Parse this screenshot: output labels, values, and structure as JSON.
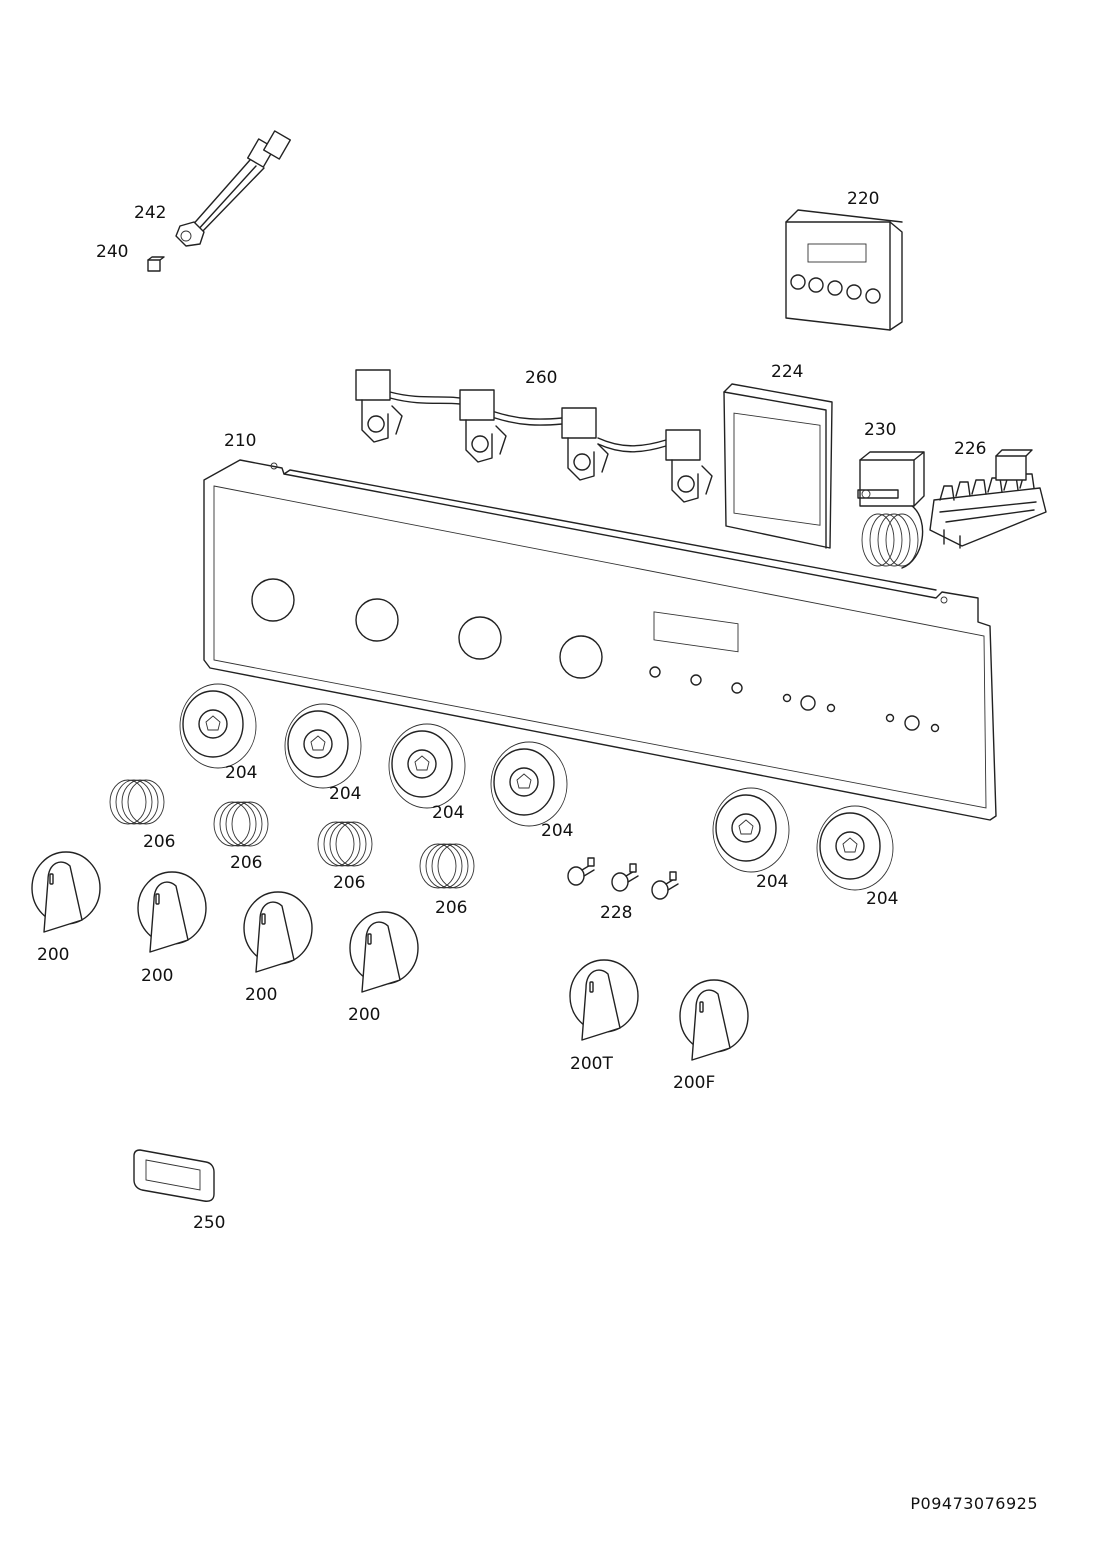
{
  "diagram": {
    "document_id": "P09473076925",
    "labels": {
      "l242": "242",
      "l240": "240",
      "l220": "220",
      "l260": "260",
      "l224": "224",
      "l210": "210",
      "l230": "230",
      "l226": "226",
      "l204": "204",
      "l206": "206",
      "l200": "200",
      "l228": "228",
      "l200t": "200T",
      "l200f": "200F",
      "l250": "250"
    }
  }
}
